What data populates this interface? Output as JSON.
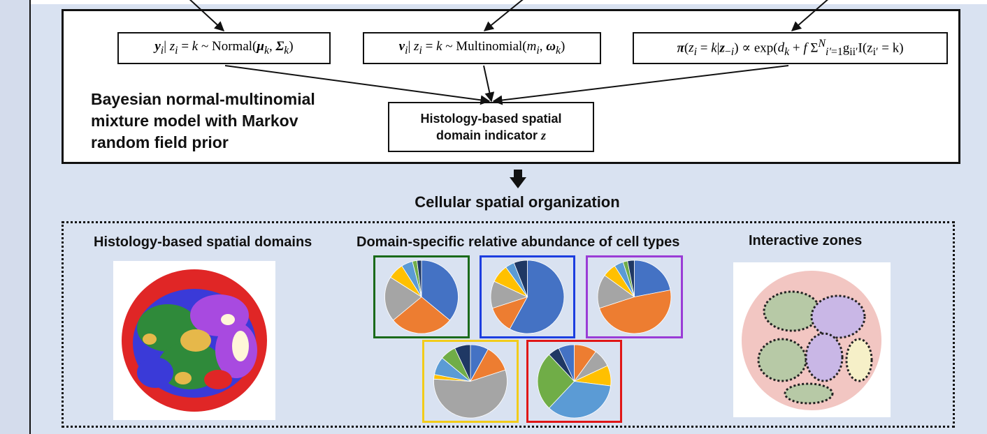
{
  "colors": {
    "background": "#d9e2f1",
    "frame_1": "#1a6a1a",
    "frame_2": "#1c3ee0",
    "frame_3": "#9a3cd6",
    "frame_4": "#f2cc1a",
    "frame_5": "#e01616",
    "pie_darknavy": "#1f3864",
    "pie_blue": "#4472c4",
    "pie_orange": "#ed7d31",
    "pie_gray": "#a5a5a5",
    "pie_yellow": "#ffc000",
    "pie_lightblue": "#5b9bd5",
    "pie_green": "#70ad47"
  },
  "model": {
    "title": "Bayesian normal-multinomial mixture model with Markov random field prior",
    "indicator_line1": "Histology-based spatial",
    "indicator_line2": "domain indicator ",
    "indicator_var": "z"
  },
  "cellular": {
    "title": "Cellular spatial organization",
    "labels": {
      "domains": "Histology-based spatial domains",
      "abundance": "Domain-specific relative abundance of cell types",
      "zones": "Interactive zones"
    }
  },
  "pies": [
    {
      "frame": "frame_1",
      "slices": [
        {
          "color": "pie_blue",
          "value": 0.36
        },
        {
          "color": "pie_orange",
          "value": 0.28
        },
        {
          "color": "pie_gray",
          "value": 0.2
        },
        {
          "color": "pie_yellow",
          "value": 0.07
        },
        {
          "color": "pie_lightblue",
          "value": 0.05
        },
        {
          "color": "pie_green",
          "value": 0.02
        },
        {
          "color": "pie_darknavy",
          "value": 0.02
        }
      ]
    },
    {
      "frame": "frame_2",
      "slices": [
        {
          "color": "pie_blue",
          "value": 0.58
        },
        {
          "color": "pie_orange",
          "value": 0.12
        },
        {
          "color": "pie_gray",
          "value": 0.12
        },
        {
          "color": "pie_yellow",
          "value": 0.08
        },
        {
          "color": "pie_lightblue",
          "value": 0.04
        },
        {
          "color": "pie_darknavy",
          "value": 0.06
        }
      ]
    },
    {
      "frame": "frame_3",
      "slices": [
        {
          "color": "pie_blue",
          "value": 0.22
        },
        {
          "color": "pie_orange",
          "value": 0.48
        },
        {
          "color": "pie_gray",
          "value": 0.15
        },
        {
          "color": "pie_yellow",
          "value": 0.06
        },
        {
          "color": "pie_lightblue",
          "value": 0.04
        },
        {
          "color": "pie_green",
          "value": 0.02
        },
        {
          "color": "pie_darknavy",
          "value": 0.03
        }
      ]
    },
    {
      "frame": "frame_4",
      "slices": [
        {
          "color": "pie_blue",
          "value": 0.08
        },
        {
          "color": "pie_orange",
          "value": 0.12
        },
        {
          "color": "pie_gray",
          "value": 0.56
        },
        {
          "color": "pie_yellow",
          "value": 0.02
        },
        {
          "color": "pie_lightblue",
          "value": 0.08
        },
        {
          "color": "pie_green",
          "value": 0.07
        },
        {
          "color": "pie_darknavy",
          "value": 0.07
        }
      ]
    },
    {
      "frame": "frame_5",
      "slices": [
        {
          "color": "pie_orange",
          "value": 0.1
        },
        {
          "color": "pie_gray",
          "value": 0.08
        },
        {
          "color": "pie_yellow",
          "value": 0.09
        },
        {
          "color": "pie_lightblue",
          "value": 0.35
        },
        {
          "color": "pie_green",
          "value": 0.26
        },
        {
          "color": "pie_darknavy",
          "value": 0.05
        },
        {
          "color": "pie_blue",
          "value": 0.07
        }
      ]
    }
  ]
}
